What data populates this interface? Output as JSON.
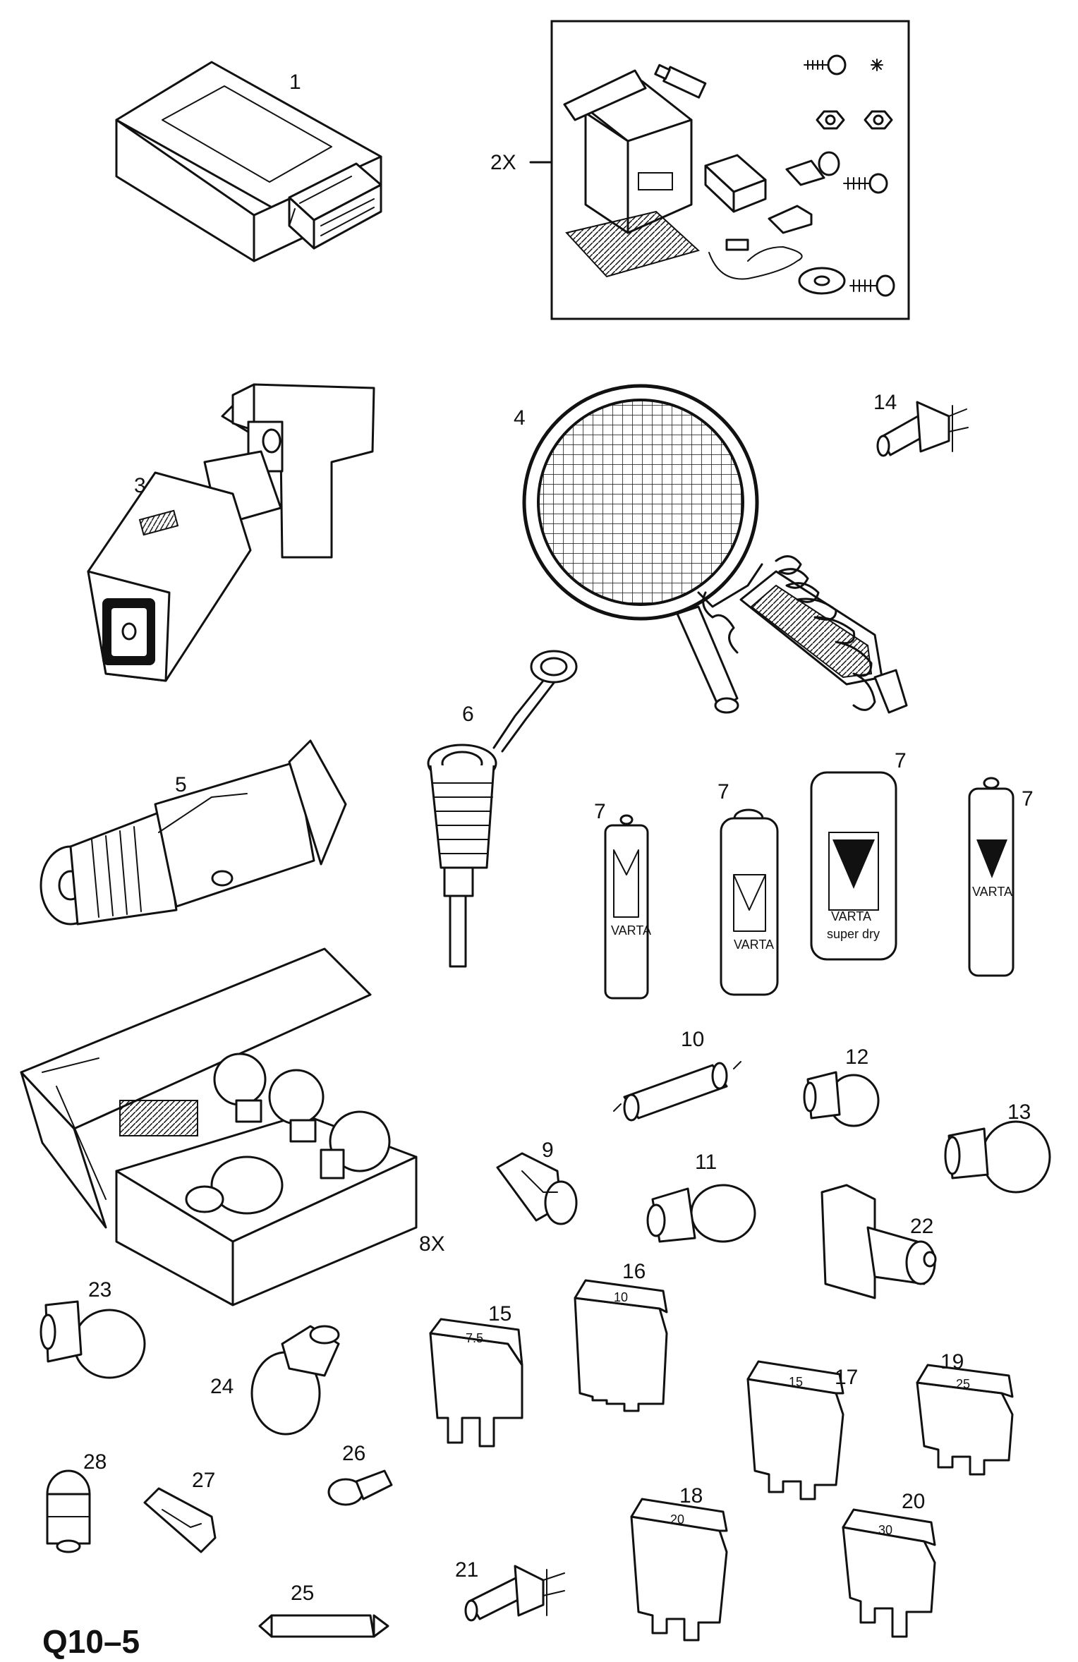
{
  "diagram": {
    "code": "Q10–5",
    "parts": [
      {
        "id": "p1",
        "label": "1"
      },
      {
        "id": "p2",
        "label": "2X"
      },
      {
        "id": "p3",
        "label": "3"
      },
      {
        "id": "p4",
        "label": "4"
      },
      {
        "id": "p5",
        "label": "5"
      },
      {
        "id": "p6",
        "label": "6"
      },
      {
        "id": "p7a",
        "label": "7"
      },
      {
        "id": "p7b",
        "label": "7"
      },
      {
        "id": "p7c",
        "label": "7"
      },
      {
        "id": "p7d",
        "label": "7"
      },
      {
        "id": "p8",
        "label": "8X"
      },
      {
        "id": "p9",
        "label": "9"
      },
      {
        "id": "p10",
        "label": "10"
      },
      {
        "id": "p11",
        "label": "11"
      },
      {
        "id": "p12",
        "label": "12"
      },
      {
        "id": "p13",
        "label": "13"
      },
      {
        "id": "p14",
        "label": "14"
      },
      {
        "id": "p15",
        "label": "15"
      },
      {
        "id": "p16",
        "label": "16"
      },
      {
        "id": "p17",
        "label": "17"
      },
      {
        "id": "p18",
        "label": "18"
      },
      {
        "id": "p19",
        "label": "19"
      },
      {
        "id": "p20",
        "label": "20"
      },
      {
        "id": "p21",
        "label": "21"
      },
      {
        "id": "p22",
        "label": "22"
      },
      {
        "id": "p23",
        "label": "23"
      },
      {
        "id": "p24",
        "label": "24"
      },
      {
        "id": "p25",
        "label": "25"
      },
      {
        "id": "p26",
        "label": "26"
      },
      {
        "id": "p27",
        "label": "27"
      },
      {
        "id": "p28",
        "label": "28"
      }
    ],
    "fuse_ratings": [
      "7.5",
      "10",
      "15",
      "20",
      "25",
      "30"
    ],
    "battery_brand": "VARTA",
    "battery_text": "super dry"
  }
}
